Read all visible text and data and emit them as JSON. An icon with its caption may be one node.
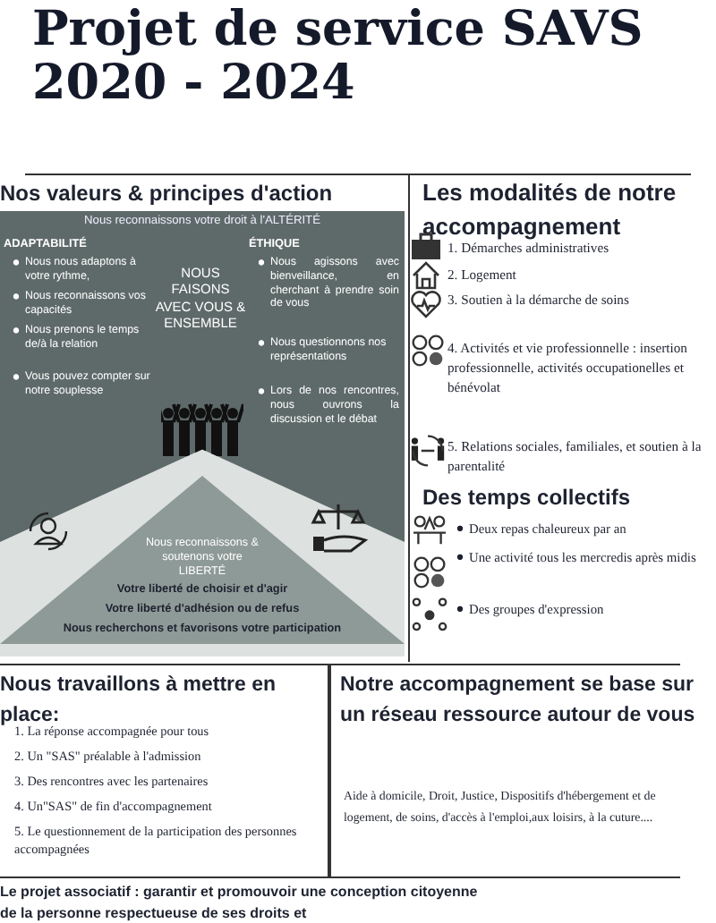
{
  "diagram": {
    "title": "Projet de service SAVS 2020 - 2024",
    "nodes": [
      {
        "text": [
          "Nous reconnaissons votre droit à l'ALTÉRITÉ",
          "ADAPTABILITÉ",
          "Nous nous adaptons à votre rythme,",
          "Nous reconnaissons vos capacités",
          "Nous prenons le temps de/à la relation",
          "Vous pouvez compter sur notre souplesse",
          "NOUS FAISONS AVEC VOUS & ENSEMBLE",
          "ÉTHIQUE",
          "Nous agissons avec bienveillance, en cherchant à prendre soin de vous",
          "Nous questionnons nos représentations",
          "Lors de nos rencontres, nous ouvrons la discussion et le débat"
        ]
      },
      {
        "text": [
          "Nous reconnaissons & soutenons votre LIBERTÉ",
          "Votre liberté de choisir et d'agir",
          "Votre liberté d'adhésion ou de refus",
          "Nous recherchons et favorisons votre participation"
        ]
      }
    ],
    "labels": [
      "Nos valeurs & principes d'action",
      "Les modalités de notre accompagnement",
      "1. Démarches administratives",
      "2. Logement",
      "3. Soutien à la démarche de soins",
      "4. Activités et vie professionnelle : insertion professionnelle, activités occupationelles et bénévolat",
      "5. Relations sociales, familiales, et soutien à la parentalité",
      "Des temps collectifs",
      "Deux repas chaleureux par an",
      "Une activité tous les mercredis après midis",
      "Des groupes d'expression",
      "Nous travaillons à mettre en place:",
      "1. La réponse accompagnée pour tous",
      "2. Un \"SAS\" préalable à l'admission",
      "3. Des rencontres avec les partenaires",
      "4. Un\"SAS\" de fin d'accompagnement",
      "5. Le questionnement de la participation des personnes accompagnées",
      "Notre accompagnement se base sur un réseau ressource autour de vous",
      "Aide à domicile, Droit, Justice, Dispositifs d'hébergement et de logement, de soins, d'accès à l'emploi,aux loisirs, à la cuture....",
      "Le projet associatif : garantir et promouvoir une conception citoyenne de la personne respectueuse de ses droits et"
    ]
  }
}
